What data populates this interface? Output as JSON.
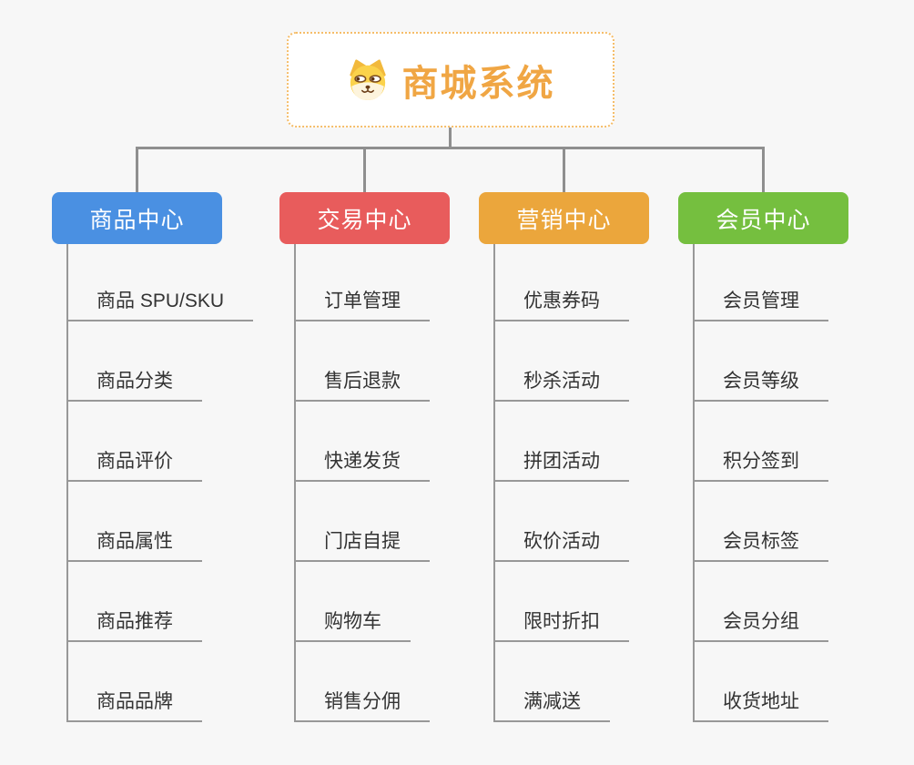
{
  "root": {
    "title": "商城系统",
    "icon": "dog-face-icon",
    "title_color": "#f0a644",
    "border_color": "#f5bd69"
  },
  "connector_color": "#8f8f8f",
  "line_color": "#989898",
  "branches": [
    {
      "label": "商品中心",
      "color": "#4a90e2",
      "children": [
        "商品 SPU/SKU",
        "商品分类",
        "商品评价",
        "商品属性",
        "商品推荐",
        "商品品牌"
      ]
    },
    {
      "label": "交易中心",
      "color": "#e85c5c",
      "children": [
        "订单管理",
        "售后退款",
        "快递发货",
        "门店自提",
        "购物车",
        "销售分佣"
      ]
    },
    {
      "label": "营销中心",
      "color": "#eba63c",
      "children": [
        "优惠券码",
        "秒杀活动",
        "拼团活动",
        "砍价活动",
        "限时折扣",
        "满减送"
      ]
    },
    {
      "label": "会员中心",
      "color": "#75bf3f",
      "children": [
        "会员管理",
        "会员等级",
        "积分签到",
        "会员标签",
        "会员分组",
        "收货地址"
      ]
    }
  ]
}
